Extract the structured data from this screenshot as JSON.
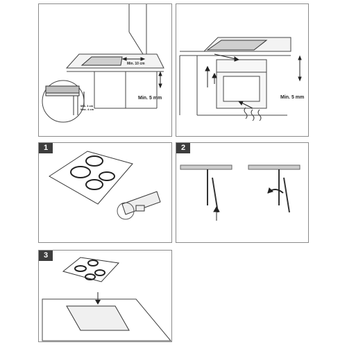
{
  "panels": {
    "top_left": {
      "labels": {
        "gap_top": "Min. 10 cm",
        "gap_front": "Min. 5 mm",
        "min_depth": "Min. 3 cm",
        "max_depth": "Max. 4 cm"
      }
    },
    "top_right": {
      "labels": {
        "gap_front": "Min. 5 mm"
      }
    },
    "step1": {
      "number": "1"
    },
    "step2": {
      "number": "2"
    },
    "step3": {
      "number": "3"
    }
  }
}
